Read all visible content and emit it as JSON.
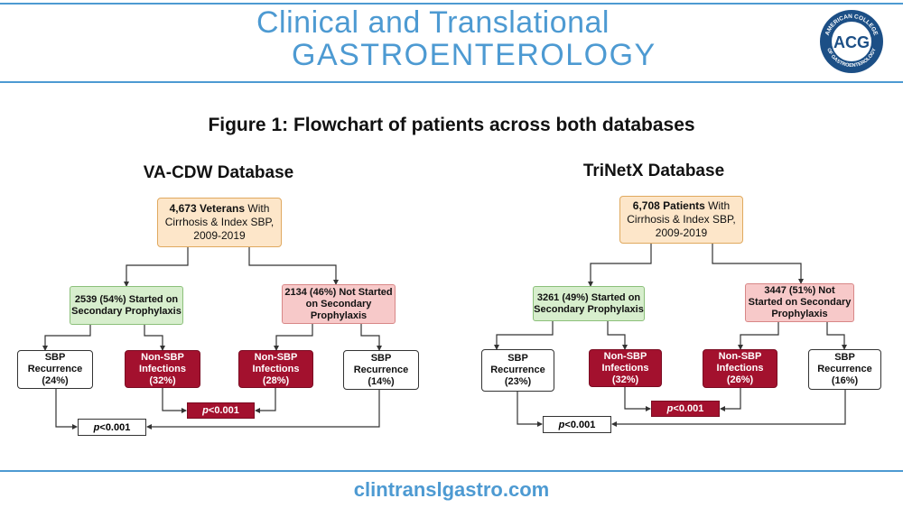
{
  "header": {
    "journal_line1": "Clinical and Translational",
    "journal_line2": "GASTROENTEROLOGY",
    "logo_text": "ACG",
    "logo_ring_top": "AMERICAN COLLEGE",
    "logo_ring_bottom": "OF GASTROENTEROLOGY"
  },
  "figure_title": "Figure 1: Flowchart of patients across both databases",
  "left": {
    "title": "VA-CDW Database",
    "root": {
      "bold": "4,673 Veterans",
      "rest1": " With",
      "line2": "Cirrhosis & Index SBP,",
      "line3": "2009-2019"
    },
    "started": "2539 (54%) Started on Secondary Prophylaxis",
    "not_started": "2134 (46%) Not Started on Secondary Prophylaxis",
    "leaf1": "SBP Recurrence (24%)",
    "leaf2": "Non-SBP Infections (32%)",
    "leaf3": "Non-SBP Infections (28%)",
    "leaf4": "SBP Recurrence (14%)",
    "p_infection_italic": "p",
    "p_infection_value": " <0.001",
    "p_recurrence_italic": "p",
    "p_recurrence_value": " <0.001"
  },
  "right": {
    "title": "TriNetX Database",
    "root": {
      "bold": "6,708 Patients",
      "rest1": " With",
      "line2": "Cirrhosis & Index SBP,",
      "line3": "2009-2019"
    },
    "started": "3261 (49%) Started on Secondary Prophylaxis",
    "not_started": "3447 (51%) Not Started on Secondary Prophylaxis",
    "leaf1": "SBP Recurrence (23%)",
    "leaf2": "Non-SBP Infections (32%)",
    "leaf3": "Non-SBP Infections (26%)",
    "leaf4": "SBP Recurrence (16%)",
    "p_infection_italic": "p",
    "p_infection_value": " <0.001",
    "p_recurrence_italic": "p",
    "p_recurrence_value": " <0.001"
  },
  "footer": {
    "url": "clintranslgastro.com"
  },
  "colors": {
    "brand_blue": "#4d9ad2",
    "dark_red": "#a3112e",
    "orange_box": "#fde6c9",
    "green_box": "#d7eecd",
    "pink_box": "#f7c9c9"
  }
}
